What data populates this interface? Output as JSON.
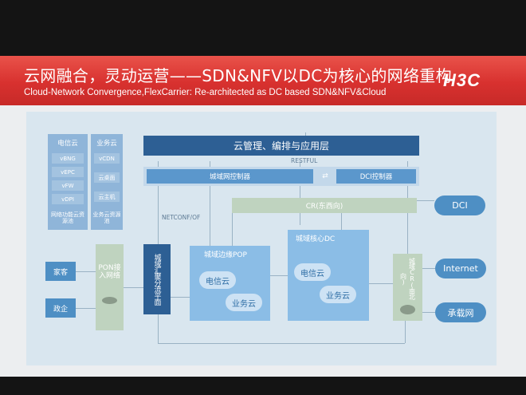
{
  "slide": {
    "title_cn": "云网融合，灵动运营——SDN&NFV以DC为核心的网络重构",
    "title_en": "Cloud-Network Convergence,FlexCarrier: Re-architected as DC based  SDN&NFV&Cloud",
    "logo_text": "H3C"
  },
  "diagram": {
    "telecom_cloud": {
      "title": "电信云",
      "items": [
        "vBNG",
        "vEPC",
        "vFW",
        "vDPI"
      ],
      "caption": "网络功能云资源池"
    },
    "business_cloud": {
      "title": "业务云",
      "items": [
        "vCDN",
        "云桌面",
        "云主机"
      ],
      "caption": "业务云资源池"
    },
    "orchestration_layer": "云管理、编排与应用层",
    "restful_label": "RESTFUL",
    "metro_controller": "城域网控制器",
    "dci_controller": "DCI控制器",
    "netconf_label": "NETCONF/OF",
    "cr_east_west": "CR(东西向)",
    "dci": "DCI",
    "home_customer": "家客",
    "gov_enterprise": "政企",
    "pon_access": "PON接入网络",
    "metro_aggregation": "城域汇聚分流平面",
    "metro_edge_pop": {
      "title": "城域边缘POP",
      "clouds": [
        "电信云",
        "业务云"
      ]
    },
    "metro_core_dc": {
      "title": "城域核心DC",
      "clouds": [
        "电信云",
        "业务云"
      ]
    },
    "metro_cr": "城域CR(南北向)",
    "internet": "Internet",
    "bearer_network": "承载网"
  },
  "colors": {
    "banner_red": "#d8312f",
    "panel_bg": "#d9e6ef",
    "accent_blue": "#4e8fc4",
    "dark_blue": "#2d5f94",
    "green_box": "#bfd3bf"
  }
}
